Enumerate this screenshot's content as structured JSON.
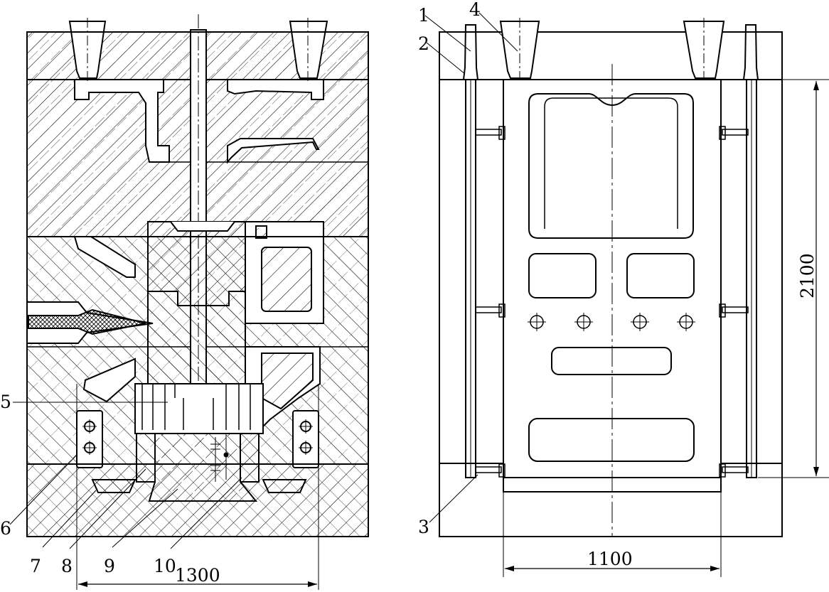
{
  "callouts": {
    "c1": "1",
    "c2": "2",
    "c3": "3",
    "c4": "4",
    "c5": "5",
    "c6": "6",
    "c7": "7",
    "c8": "8",
    "c9": "9",
    "c10": "10"
  },
  "dimensions": {
    "width_left": "1300",
    "width_right": "1100",
    "height_right": "2100"
  },
  "colors": {
    "line": "#000000",
    "background": "#ffffff"
  }
}
